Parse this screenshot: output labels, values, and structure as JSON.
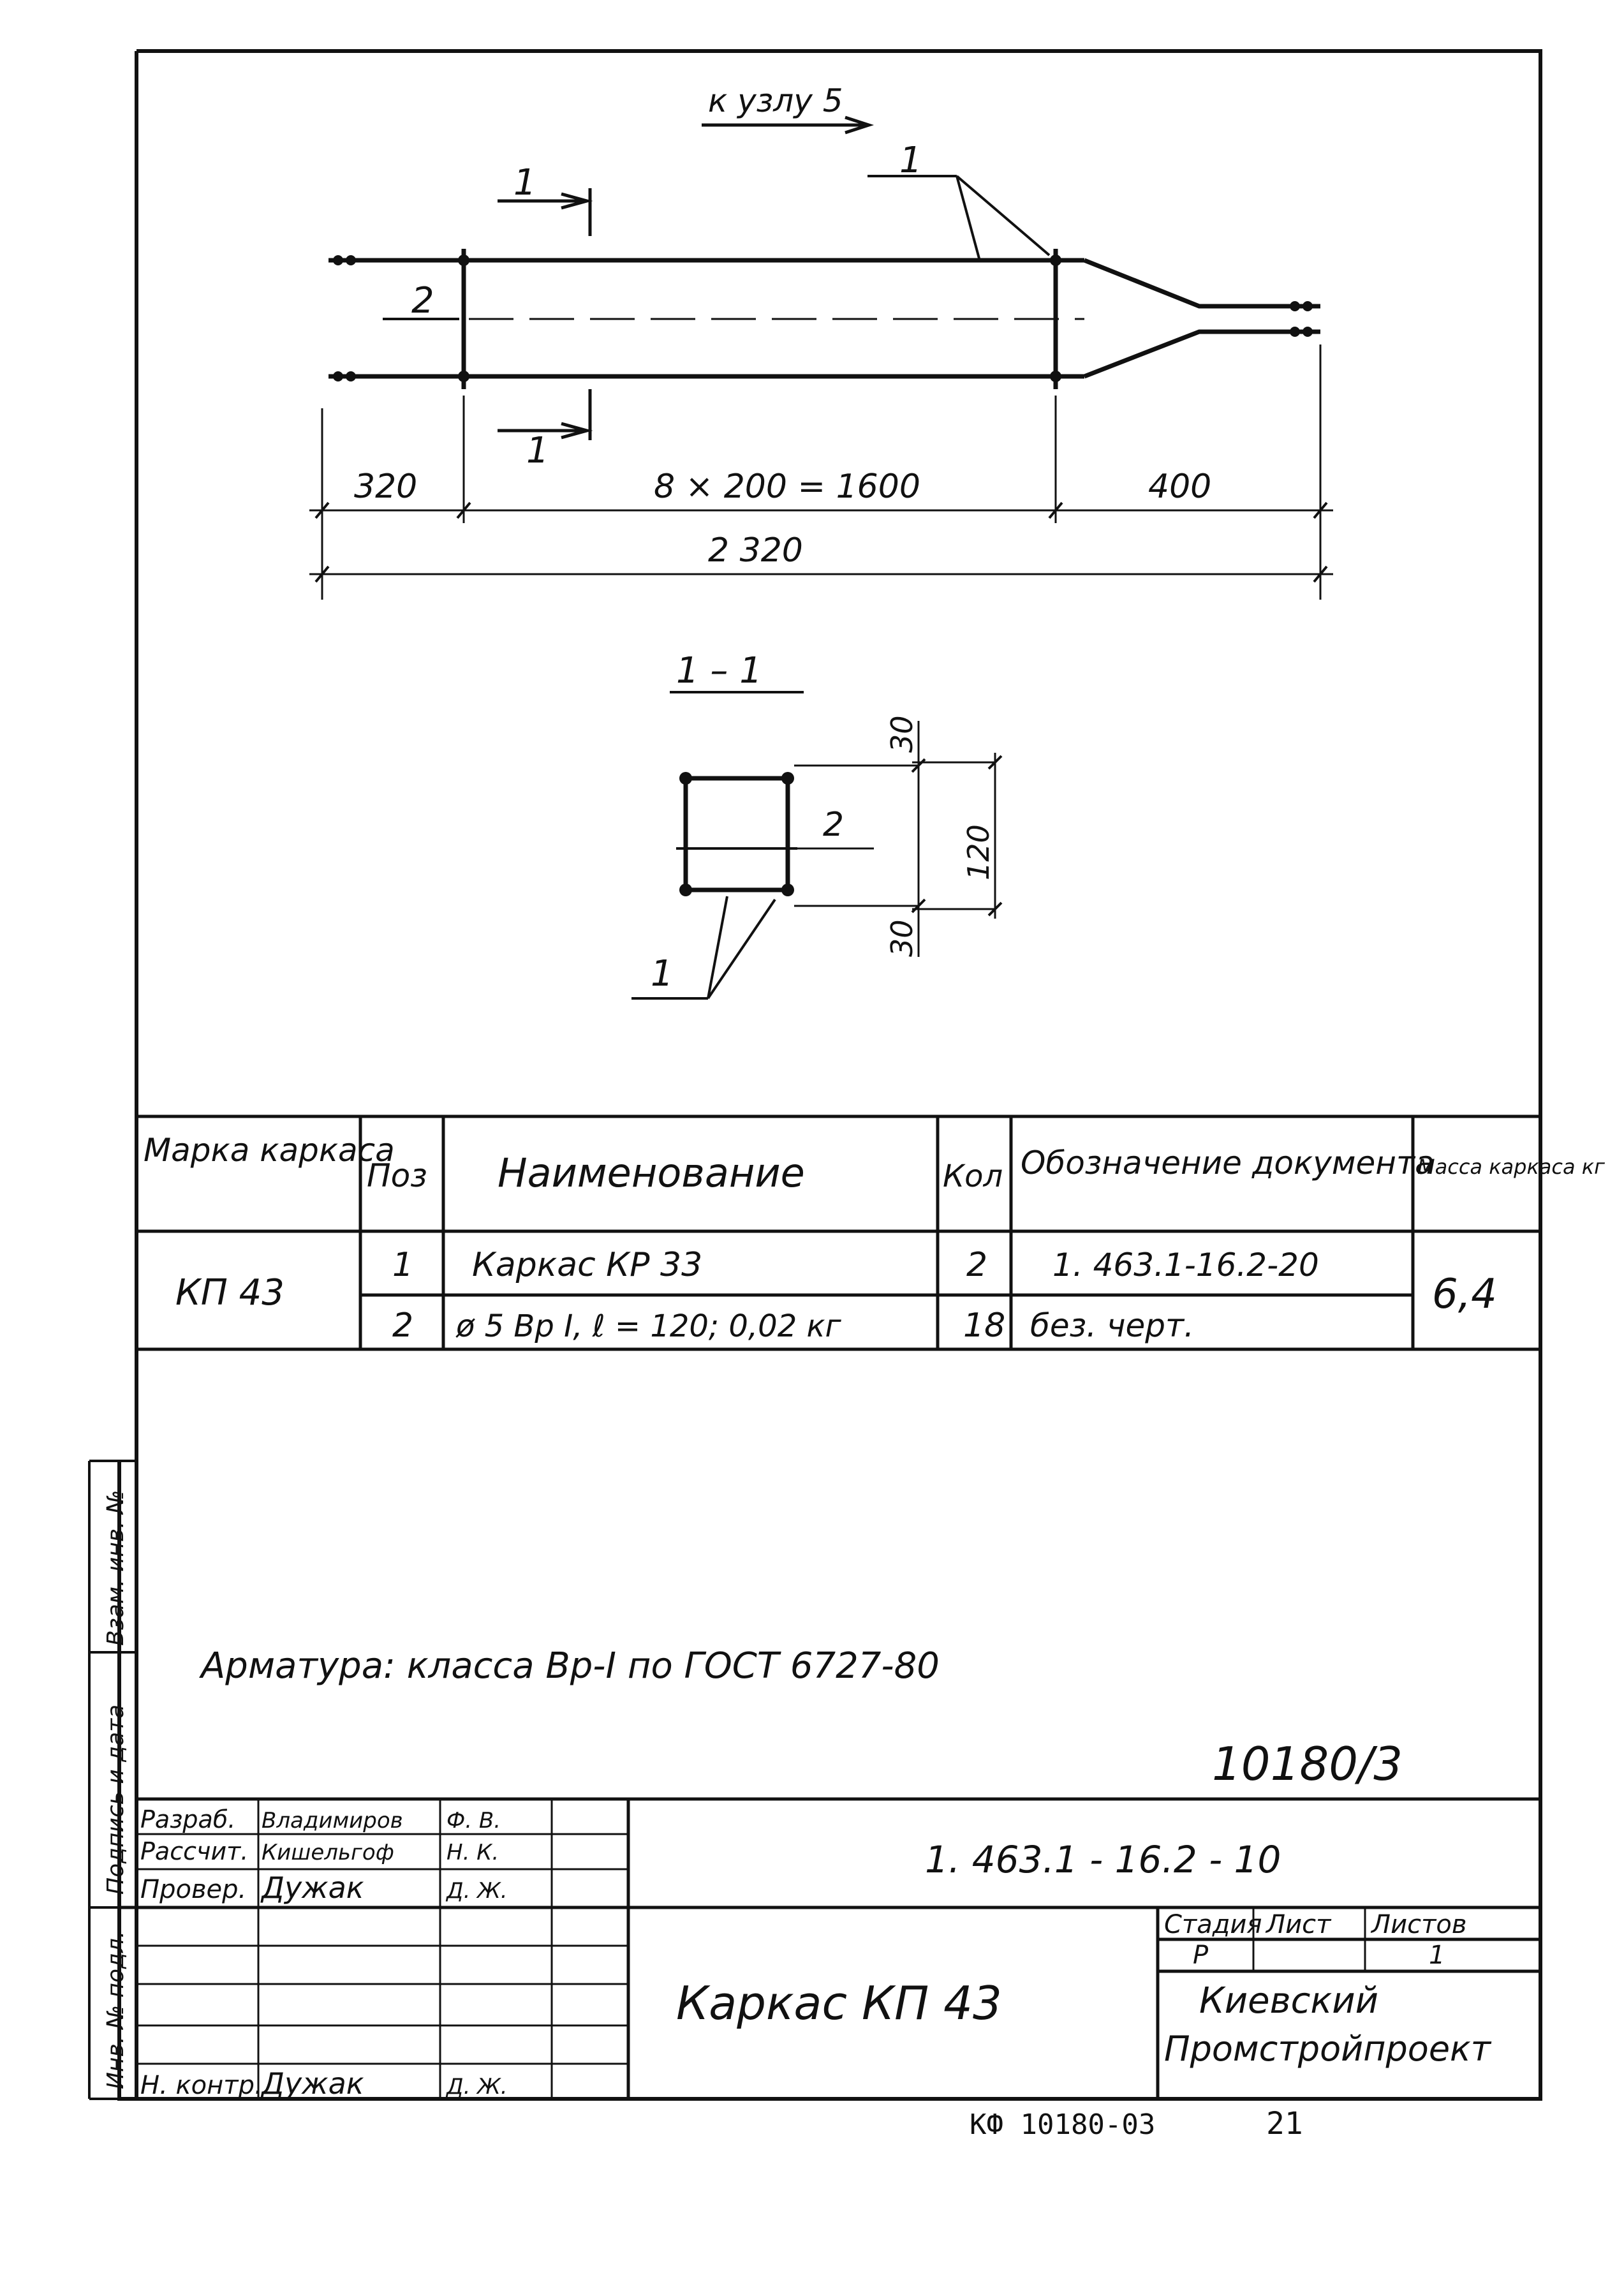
{
  "drawing": {
    "to_node_label": "к узлу 5",
    "leader_label": "1",
    "section_mark_label": "1",
    "bar_label": "2",
    "dims": {
      "left": "320",
      "middle": "8 × 200 = 1600",
      "right": "400",
      "total": "2 320"
    }
  },
  "section": {
    "title": "1 – 1",
    "dim_top": "30",
    "dim_height": "120",
    "dim_bottom": "30",
    "bar_label": "2",
    "frame_label": "1"
  },
  "spec_table": {
    "headers": {
      "mark": "Марка каркаса",
      "pos": "Поз",
      "name": "Наименование",
      "qty": "Кол",
      "doc": "Обозначение документа",
      "mass": "Масса каркаса кг"
    },
    "mark": "КП 43",
    "mass": "6,4",
    "rows": [
      {
        "pos": "1",
        "name": "Каркас КР 33",
        "qty": "2",
        "doc": "1. 463.1-16.2-20"
      },
      {
        "pos": "2",
        "name": "ø 5 Вр I,  ℓ = 120; 0,02 кг",
        "qty": "18",
        "doc": "без. черт."
      }
    ]
  },
  "note": "Арматура: класса  Вр-I  по ГОСТ 6727-80",
  "stamp_number": "10180/3",
  "side_strip": [
    "Инв. № подл.",
    "Подпись и дата",
    "Взам. инв. №"
  ],
  "title_block": {
    "designation": "1. 463.1 - 16.2 - 10",
    "title": "Каркас  КП 43",
    "roles": [
      {
        "role": "Разраб.",
        "name": "Владимиров",
        "sign": "Ф. В."
      },
      {
        "role": "Рассчит.",
        "name": "Кишельгоф",
        "sign": "Н. К."
      },
      {
        "role": "Провер.",
        "name": "Дужак",
        "sign": "Д. Ж."
      },
      {
        "role": "Н. контр.",
        "name": "Дужак",
        "sign": "Д. Ж."
      }
    ],
    "stage_header": "Стадия",
    "sheet_header": "Лист",
    "sheets_header": "Листов",
    "stage": "Р",
    "sheet": "",
    "sheets": "1",
    "org_line1": "Киевский",
    "org_line2": "Промстройпроект"
  },
  "footer": {
    "code": "КФ 10180-03",
    "page": "21"
  }
}
